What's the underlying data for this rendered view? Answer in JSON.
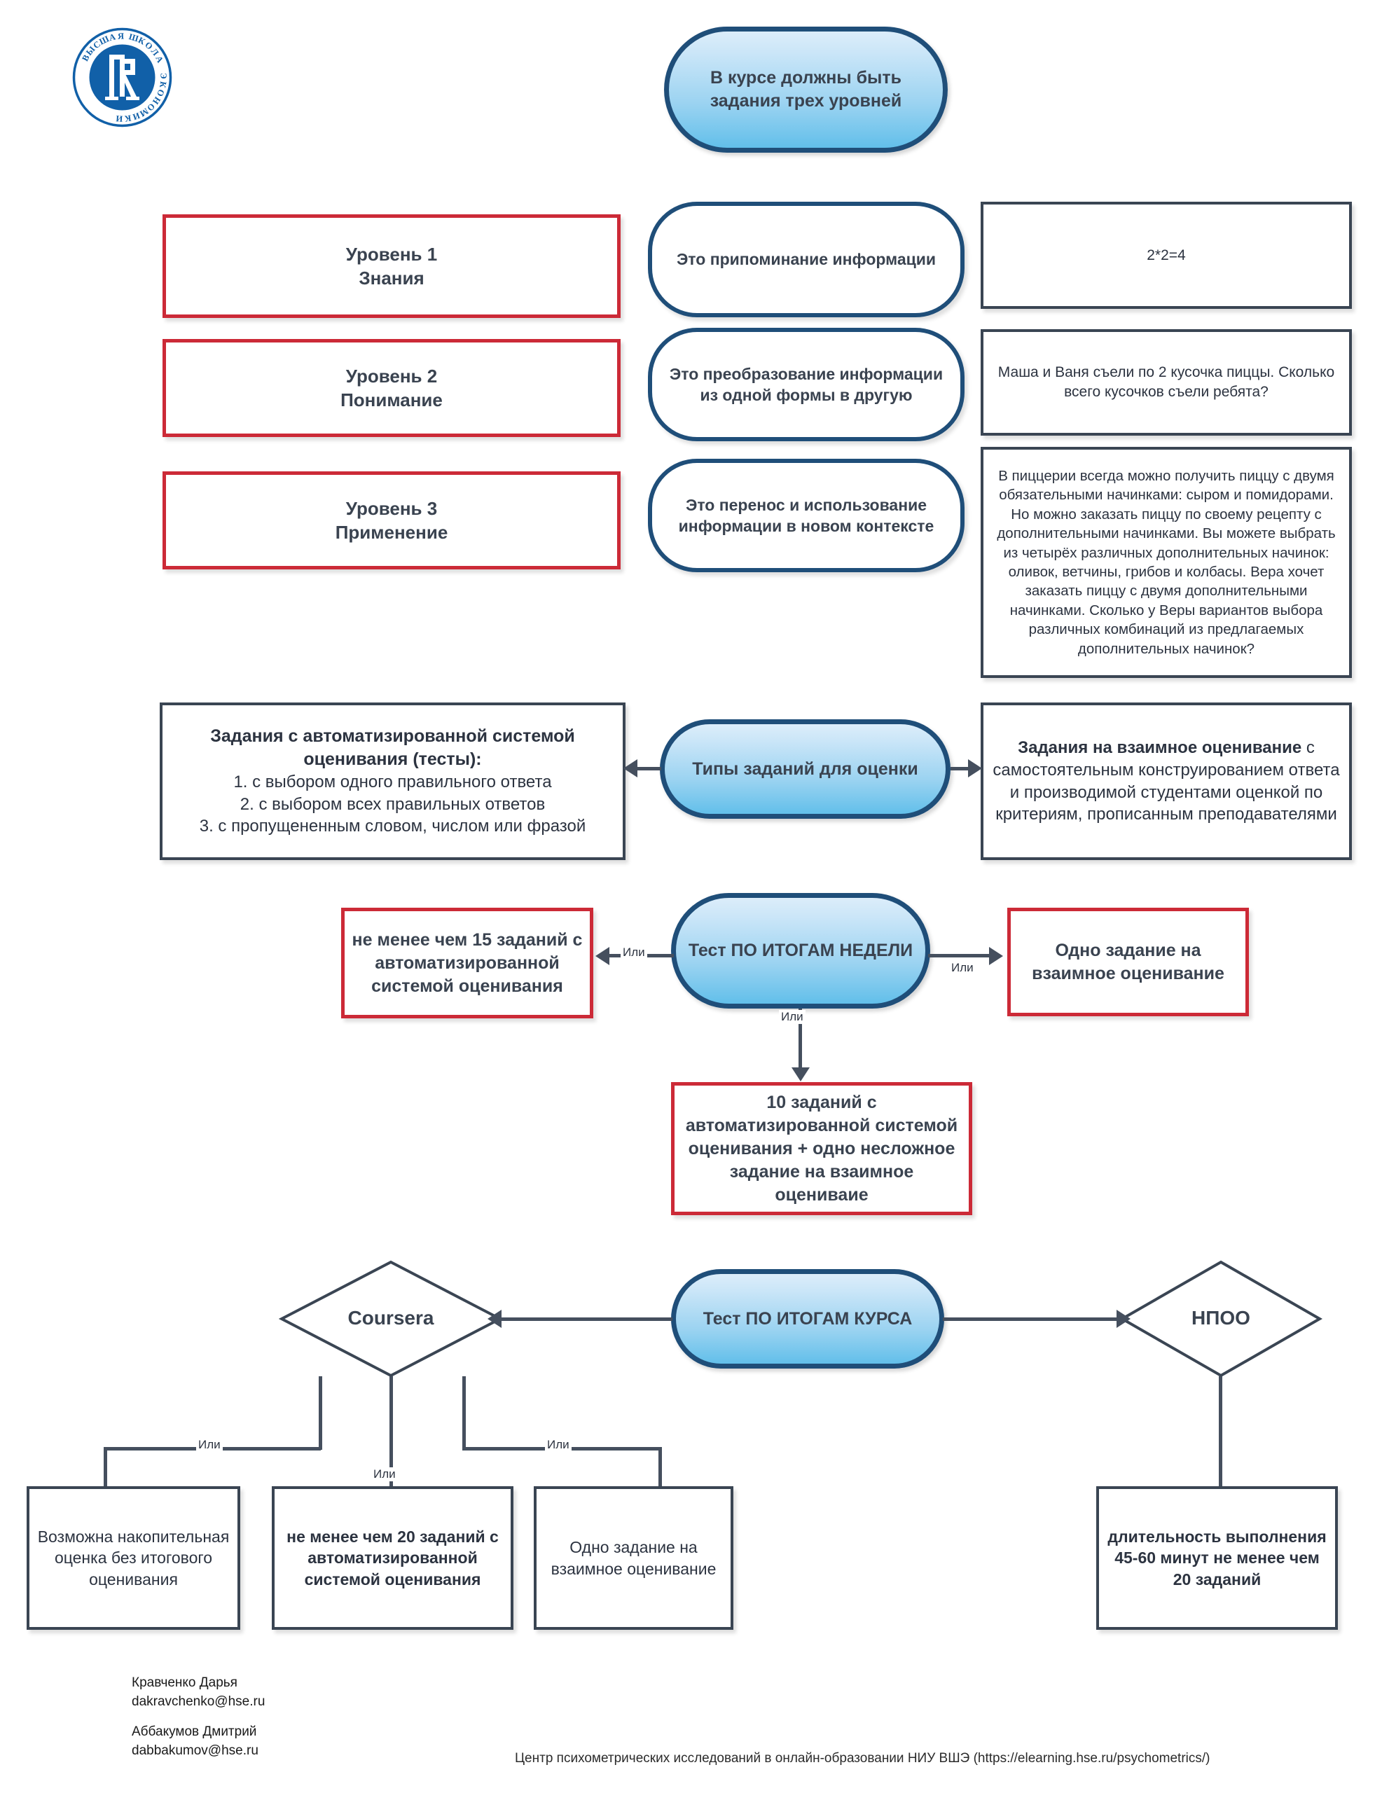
{
  "logo": {
    "name": "hse-logo",
    "ring_text": "ВЫСШАЯ ШКОЛА ЭКОНОМИКИ",
    "monogram": "ВШЭ"
  },
  "top_node": {
    "label": "В курсе должны быть задания трех уровней"
  },
  "levels": [
    {
      "level_label": "Уровень 1",
      "level_name": "Знания",
      "description": "Это припоминание информации",
      "example": "2*2=4"
    },
    {
      "level_label": "Уровень 2",
      "level_name": "Понимание",
      "description": "Это преобразование информации из одной формы в другую",
      "example": "Маша и Ваня съели по 2 кусочка пиццы. Сколько всего кусочков съели ребята?"
    },
    {
      "level_label": "Уровень 3",
      "level_name": "Применение",
      "description": "Это перенос и использование информации в новом контексте",
      "example": "В пиццерии всегда можно получить пиццу с двумя обязательными начинками: сыром и помидорами. Но можно заказать пиццу по своему рецепту с дополнительными начинками. Вы можете выбрать из четырёх различных дополнительных начинок: оливок, ветчины, грибов и колбасы. Вера хочет заказать пиццу с двумя дополнительными начинками. Сколько у Веры вариантов выбора различных комбинаций из предлагаемых дополнительных начинок?"
    }
  ],
  "task_types": {
    "center_label": "Типы заданий для оценки",
    "auto_heading": "Задания с автоматизированной системой оценивания (тесты):",
    "auto_items": [
      "1. с выбором одного правильного ответа",
      "2. с выбором всех правильных ответов",
      "3. с пропущененным словом, числом или фразой"
    ],
    "peer_bold": "Задания на взаимное оценивание",
    "peer_rest": " с самостоятельным конструированием ответа и производимой студентами оценкой по критериям, прописанным преподавателями"
  },
  "weekly_test": {
    "center_label": "Тест ПО ИТОГАМ НЕДЕЛИ",
    "left_option": "не менее чем 15 заданий с автоматизированной системой оценивания",
    "right_option": "Одно задание на взаимное оценивание",
    "bottom_option": "10 заданий с автоматизированной системой оценивания + одно несложное задание на взаимное оцениваие",
    "or_label": "Или"
  },
  "course_test": {
    "center_label": "Тест ПО ИТОГАМ КУРСА",
    "left_diamond": "Coursera",
    "right_diamond": "НПОО",
    "or_label": "Или",
    "coursera_options": [
      "Возможна накопительная оценка без итогового оценивания",
      "не менее чем 20 заданий с автоматизированной системой оценивания",
      "Одно задание на взаимное оценивание"
    ],
    "npoo_option": "длительность выполнения 45-60 минут не менее чем 20 заданий"
  },
  "footer": {
    "authors": [
      {
        "name": "Кравченко Дарья",
        "email": "dakravchenko@hse.ru"
      },
      {
        "name": "Аббакумов Дмитрий",
        "email": "dabbakumov@hse.ru"
      }
    ],
    "center_note": "Центр психометрических исследований в онлайн-образовании НИУ ВШЭ (https://elearning.hse.ru/psychometrics/)"
  },
  "colors": {
    "red_border": "#cc2a37",
    "dark_border": "#3a4553",
    "blue_border": "#1f4e79",
    "blue_fill_top": "#dcedfa",
    "blue_fill_bottom": "#62bfea",
    "connector": "#454f5e",
    "logo_blue": "#1160a8"
  }
}
